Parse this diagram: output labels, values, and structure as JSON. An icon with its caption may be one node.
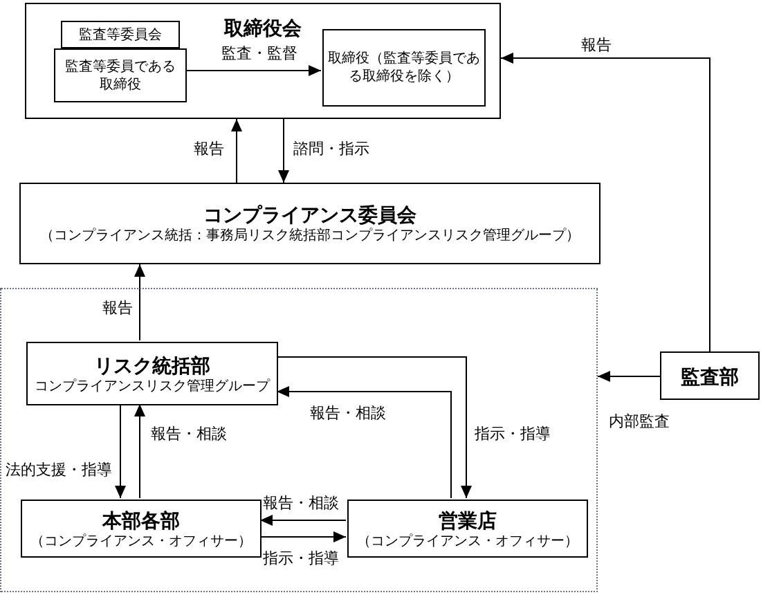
{
  "diagram": {
    "nodes": [
      {
        "text": [
          "取締役会"
        ]
      },
      {
        "text": [
          "監査等委員会"
        ],
        "in": 0
      },
      {
        "text": [
          "監査等委員である取締役"
        ],
        "in": 0
      },
      {
        "text": [
          "取締役（監査等委員である取締役を除く）"
        ],
        "in": 0
      },
      {
        "text": [
          "コンプライアンス委員会",
          "（コンプライアンス統括：事務局リスク統括部コンプライアンスリスク管理グループ）"
        ]
      },
      {
        "text": [],
        "shape": "box"
      },
      {
        "text": [
          "リスク統括部",
          "コンプライアンスリスク管理グループ"
        ],
        "in": 5
      },
      {
        "text": [
          "本部各部",
          "（コンプライアンス・オフィサー）"
        ],
        "in": 5
      },
      {
        "text": [
          "営業店",
          "（コンプライアンス・オフィサー）"
        ],
        "in": 5
      },
      {
        "text": [
          "監査部"
        ]
      }
    ],
    "edges": [
      {
        "from": 2,
        "to": 3,
        "arrow": "to",
        "label": "監査・監督"
      },
      {
        "from": 4,
        "to": 0,
        "arrow": "to",
        "label": "報告"
      },
      {
        "from": 0,
        "to": 4,
        "arrow": "to",
        "label": "諮問・指示"
      },
      {
        "from": 6,
        "to": 4,
        "arrow": "to",
        "label": "報告"
      },
      {
        "from": 9,
        "to": 0,
        "arrow": "to",
        "label": "報告"
      },
      {
        "from": 9,
        "to": 5,
        "arrow": "to",
        "label": "内部監査"
      },
      {
        "from": 6,
        "to": 8,
        "arrow": "to",
        "label": "指示・指導"
      },
      {
        "from": 8,
        "to": 6,
        "arrow": "to",
        "label": "報告・相談"
      },
      {
        "from": 6,
        "to": 7,
        "arrow": "to",
        "label": "法的支援・指導"
      },
      {
        "from": 7,
        "to": 6,
        "arrow": "to",
        "label": "報告・相談"
      },
      {
        "from": 8,
        "to": 7,
        "arrow": "to",
        "label": "報告・相談"
      },
      {
        "from": 7,
        "to": 8,
        "arrow": "to",
        "label": "指示・指導"
      }
    ]
  }
}
